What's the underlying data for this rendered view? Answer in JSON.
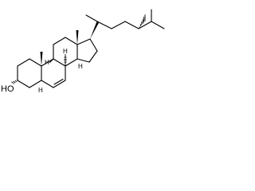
{
  "molecule": {
    "atom_labels": {
      "hydroxyl": "HO",
      "h_c8": "H",
      "h_c9": "H",
      "h_c14": "H",
      "h_c5": "H"
    },
    "line_color": "#000000",
    "background_color": "#ffffff"
  }
}
